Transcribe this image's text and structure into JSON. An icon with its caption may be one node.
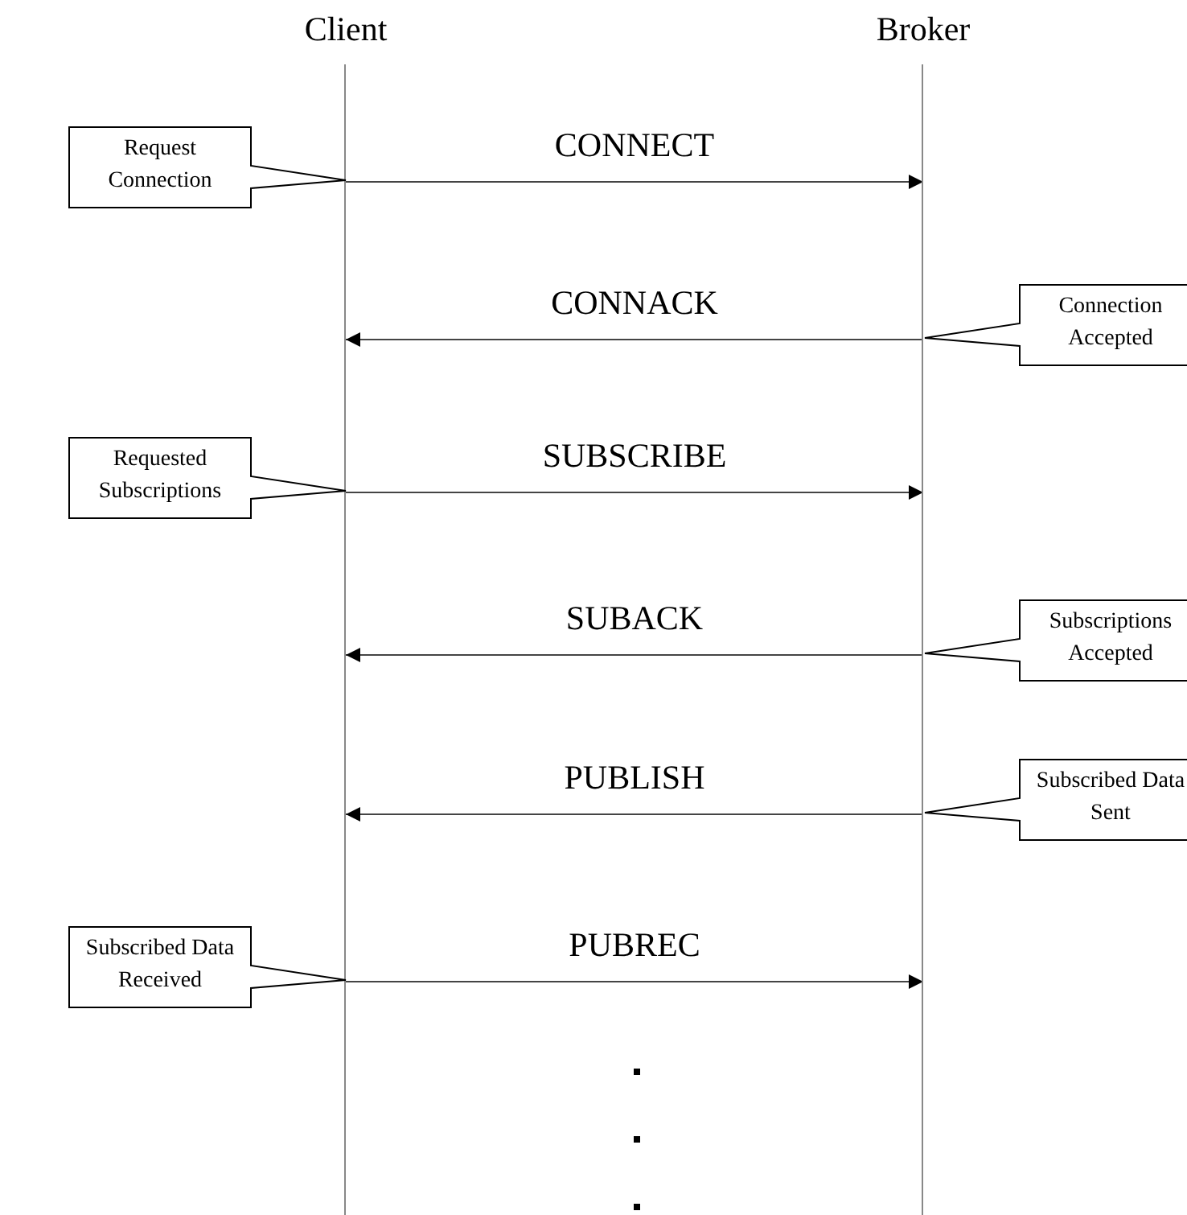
{
  "diagram": {
    "nodes": [
      {
        "text": [
          "Client"
        ]
      },
      {
        "text": [
          "Broker"
        ]
      },
      {
        "text": [
          "Request Connection"
        ]
      },
      {
        "text": [
          "Connection Accepted"
        ]
      },
      {
        "text": [
          "Requested Subscriptions"
        ]
      },
      {
        "text": [
          "Subscriptions Accepted"
        ]
      },
      {
        "text": [
          "Subscribed Data Sent"
        ]
      },
      {
        "text": [
          "Subscribed Data Received"
        ]
      }
    ],
    "edges": [
      {
        "from": 0,
        "to": 1,
        "arrow": "to",
        "label": "CONNECT"
      },
      {
        "from": 1,
        "to": 0,
        "arrow": "to",
        "label": "CONNACK"
      },
      {
        "from": 0,
        "to": 1,
        "arrow": "to",
        "label": "SUBSCRIBE"
      },
      {
        "from": 1,
        "to": 0,
        "arrow": "to",
        "label": "SUBACK"
      },
      {
        "from": 1,
        "to": 0,
        "arrow": "to",
        "label": "PUBLISH"
      },
      {
        "from": 0,
        "to": 1,
        "arrow": "to",
        "label": "PUBREC"
      }
    ]
  }
}
